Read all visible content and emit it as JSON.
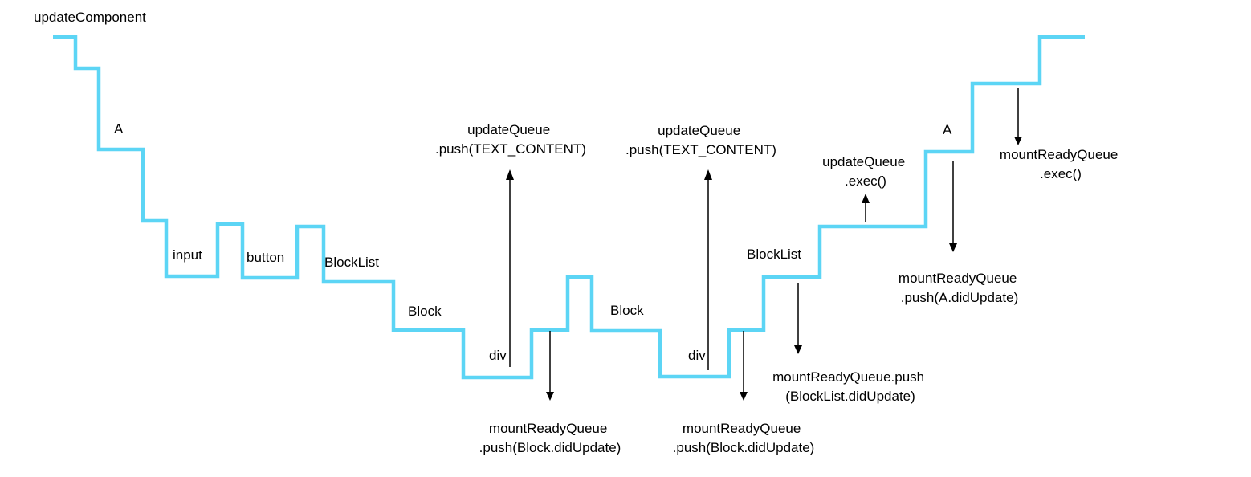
{
  "colors": {
    "trace": "#5cd5f5",
    "arrow": "#000000",
    "text": "#000000",
    "background": "#ffffff"
  },
  "labels": {
    "title": "updateComponent",
    "a_left": "A",
    "input": "input",
    "button": "button",
    "blocklist_left": "BlockList",
    "block_left": "Block",
    "div_left": "div",
    "block_right": "Block",
    "div_right": "div",
    "blocklist_right": "BlockList",
    "a_right": "A"
  },
  "annotations": {
    "update_queue_push_1": [
      "updateQueue",
      ".push(TEXT_CONTENT)"
    ],
    "update_queue_push_2": [
      "updateQueue",
      ".push(TEXT_CONTENT)"
    ],
    "update_queue_exec": [
      "updateQueue",
      ".exec()"
    ],
    "mount_ready_queue_exec": [
      "mountReadyQueue",
      ".exec()"
    ],
    "mount_ready_block_1": [
      "mountReadyQueue",
      ".push(Block.didUpdate)"
    ],
    "mount_ready_block_2": [
      "mountReadyQueue",
      ".push(Block.didUpdate)"
    ],
    "mount_ready_blocklist": [
      "mountReadyQueue.push",
      "(BlockList.didUpdate)"
    ],
    "mount_ready_a": [
      "mountReadyQueue",
      ".push(A.didUpdate)"
    ]
  }
}
